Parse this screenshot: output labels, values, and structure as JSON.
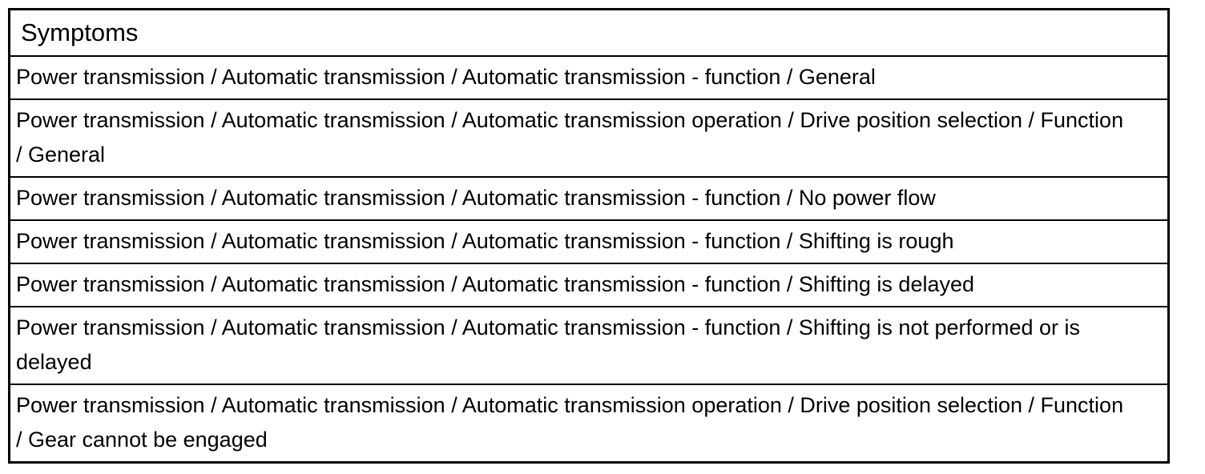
{
  "symptoms_table": {
    "header": "Symptoms",
    "rows": [
      {
        "lines": [
          "Power transmission / Automatic transmission / Automatic transmission - function / General"
        ]
      },
      {
        "lines": [
          "Power transmission / Automatic transmission / Automatic transmission operation / Drive position selection / Function",
          "/ General"
        ]
      },
      {
        "lines": [
          "Power transmission / Automatic transmission / Automatic transmission - function / No power flow"
        ]
      },
      {
        "lines": [
          "Power transmission / Automatic transmission / Automatic transmission - function / Shifting is rough"
        ]
      },
      {
        "lines": [
          "Power transmission / Automatic transmission / Automatic transmission - function / Shifting is delayed"
        ]
      },
      {
        "lines": [
          "Power transmission / Automatic transmission / Automatic transmission - function / Shifting is not performed or is",
          "delayed"
        ]
      },
      {
        "lines": [
          "Power transmission / Automatic transmission / Automatic transmission operation / Drive position selection / Function",
          "/ Gear cannot be engaged"
        ]
      }
    ],
    "colors": {
      "border": "#000000",
      "text": "#000000",
      "background": "#ffffff"
    }
  }
}
